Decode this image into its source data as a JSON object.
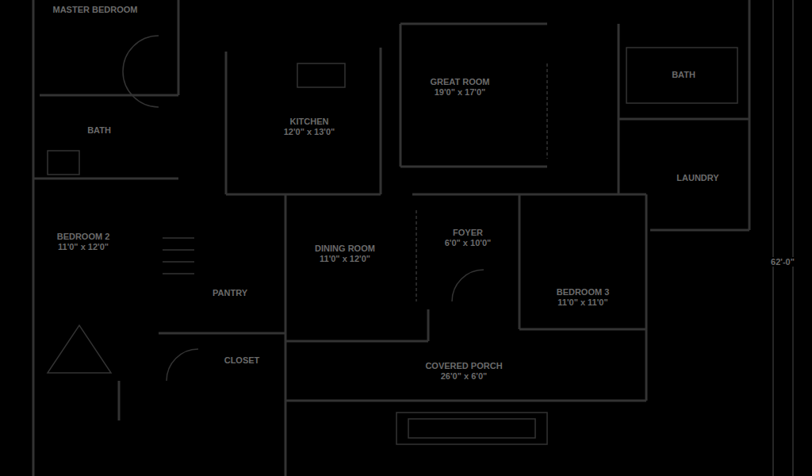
{
  "diagram": {
    "nodes": [
      {
        "text": [
          "MASTER BEDROOM"
        ]
      },
      {
        "text": [
          "BATH"
        ]
      },
      {
        "text": [
          "KITCHEN",
          "12'0\" x 13'0\""
        ]
      },
      {
        "text": [
          "GREAT ROOM",
          "19'0\" x 17'0\""
        ]
      },
      {
        "text": [
          "BATH"
        ]
      },
      {
        "text": [
          "LAUNDRY"
        ]
      },
      {
        "text": [
          "BEDROOM 2",
          "11'0\" x 12'0\""
        ]
      },
      {
        "text": [
          "PANTRY"
        ]
      },
      {
        "text": [
          "DINING ROOM",
          "11'0\" x 12'0\""
        ]
      },
      {
        "text": [
          "FOYER",
          "6'0\" x 10'0\""
        ]
      },
      {
        "text": [
          "CLOSET"
        ]
      },
      {
        "text": [
          "BEDROOM 3",
          "11'0\" x 11'0\""
        ]
      },
      {
        "text": [
          "COVERED PORCH",
          "26'0\" x 6'0\""
        ]
      }
    ],
    "labels": [
      "62'-0\""
    ]
  }
}
